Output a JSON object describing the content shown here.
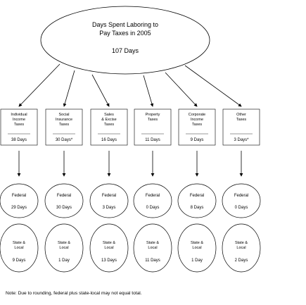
{
  "title": {
    "line1": "Days Spent Laboring to",
    "line2": "Pay Taxes in 2005",
    "total": "107 Days"
  },
  "categories": [
    {
      "label": [
        "Individual",
        "Income",
        "Taxes"
      ],
      "days": "38 Days",
      "federal": "29 Days",
      "state_local": "9 Days"
    },
    {
      "label": [
        "Social",
        "Insurance",
        "Taxes"
      ],
      "days": "30 Days*",
      "federal": "30 Days",
      "state_local": "1 Day"
    },
    {
      "label": [
        "Sales",
        "& Excise",
        "Taxes"
      ],
      "days": "16 Days",
      "federal": "3 Days",
      "state_local": "13 Days"
    },
    {
      "label": [
        "Property",
        "Taxes"
      ],
      "days": "11 Days",
      "federal": "0 Days",
      "state_local": "11 Days"
    },
    {
      "label": [
        "Corporate",
        "Income",
        "Taxes"
      ],
      "days": "9 Days",
      "federal": "8 Days",
      "state_local": "1 Day"
    },
    {
      "label": [
        "Other",
        "Taxes"
      ],
      "days": "3 Days*",
      "federal": "0 Days",
      "state_local": "2 Days"
    }
  ],
  "federal_label": "Federal",
  "state_local_label": [
    "State &",
    "Local"
  ],
  "footnote": "Note: Due to rounding, federal plus state-local may not equal total."
}
